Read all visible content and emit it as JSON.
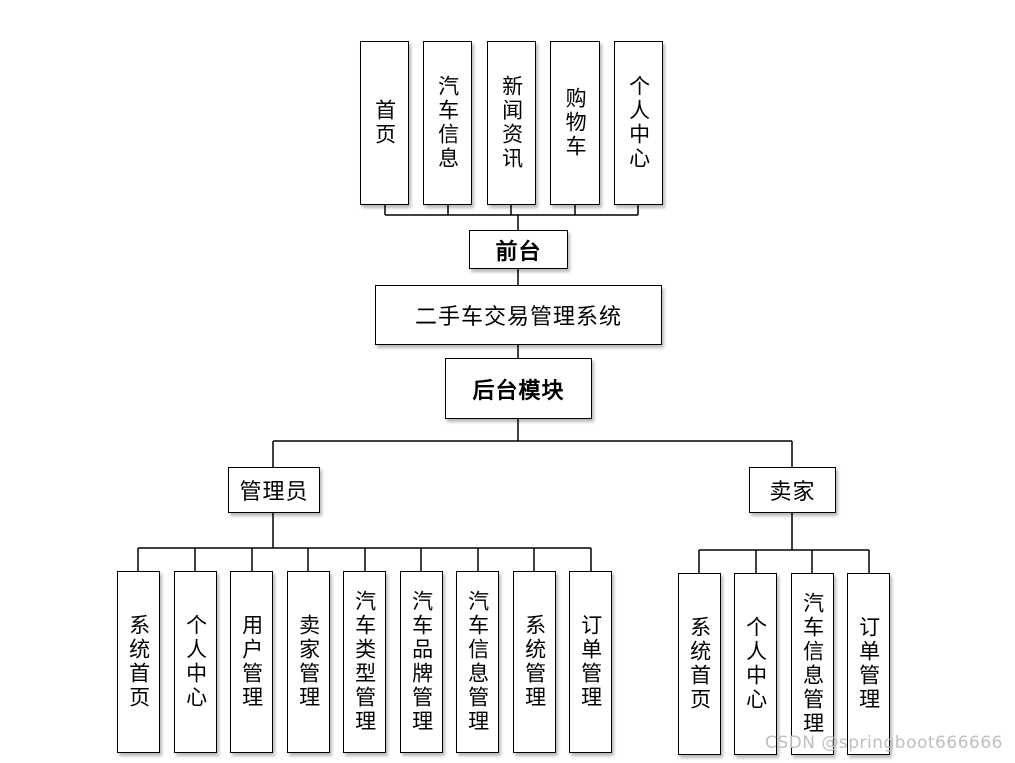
{
  "frontend": {
    "label": "前台",
    "items": [
      "首页",
      "汽车信息",
      "新闻资讯",
      "购物车",
      "个人中心"
    ]
  },
  "system": {
    "label": "二手车交易管理系统"
  },
  "backend": {
    "label": "后台模块"
  },
  "admin": {
    "label": "管理员",
    "items": [
      "系统首页",
      "个人中心",
      "用户管理",
      "卖家管理",
      "汽车类型管理",
      "汽车品牌管理",
      "汽车信息管理",
      "系统管理",
      "订单管理"
    ]
  },
  "seller": {
    "label": "卖家",
    "items": [
      "系统首页",
      "个人中心",
      "汽车信息管理",
      "订单管理"
    ]
  },
  "watermark": "CSDN @springboot666666"
}
